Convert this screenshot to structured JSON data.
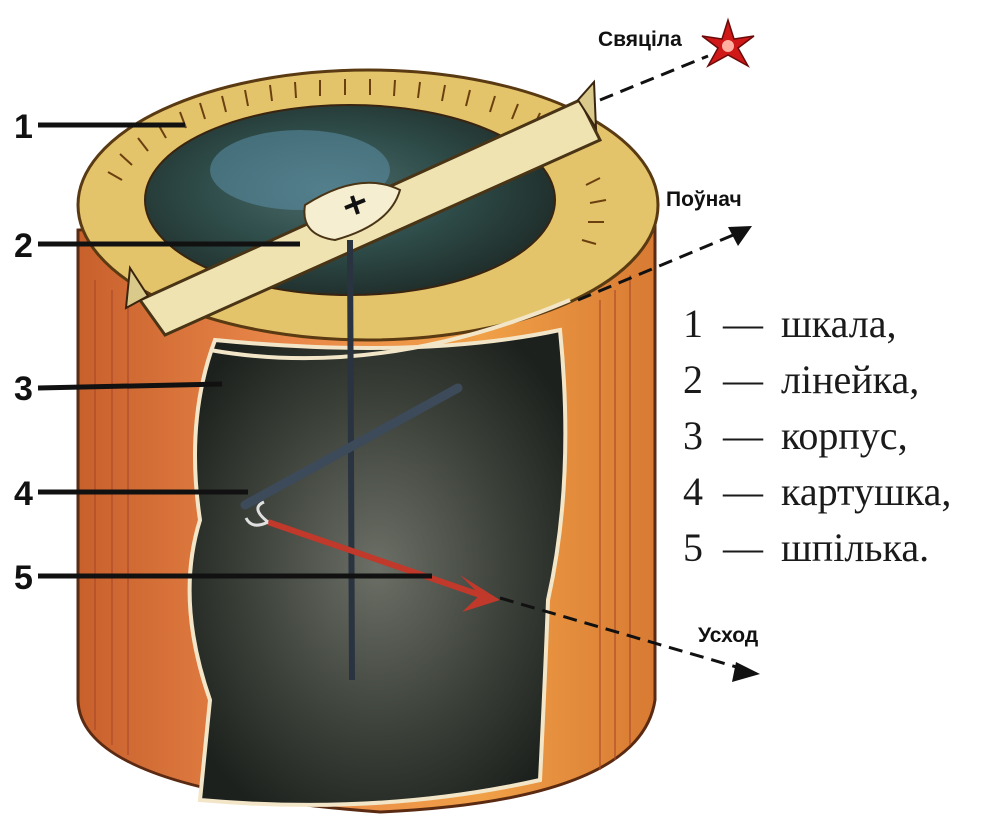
{
  "directions": {
    "star": "Свяціла",
    "north": "Поўнач",
    "east": "Усход"
  },
  "callouts": [
    "1",
    "2",
    "3",
    "4",
    "5"
  ],
  "legend": [
    {
      "num": "1",
      "dash": "—",
      "text": "шкала,"
    },
    {
      "num": "2",
      "dash": "—",
      "text": "лінейка,"
    },
    {
      "num": "3",
      "dash": "—",
      "text": "корпус,"
    },
    {
      "num": "4",
      "dash": "—",
      "text": "картушка,"
    },
    {
      "num": "5",
      "dash": "—",
      "text": "шпілька."
    }
  ],
  "colors": {
    "star": "#d01818",
    "scale_ring": "#d8b75a",
    "ruler": "#ede2b0",
    "body_left": "#d9743a",
    "body_right": "#e8953c",
    "interior": "#2a2f2a",
    "pin": "#c0392b"
  }
}
